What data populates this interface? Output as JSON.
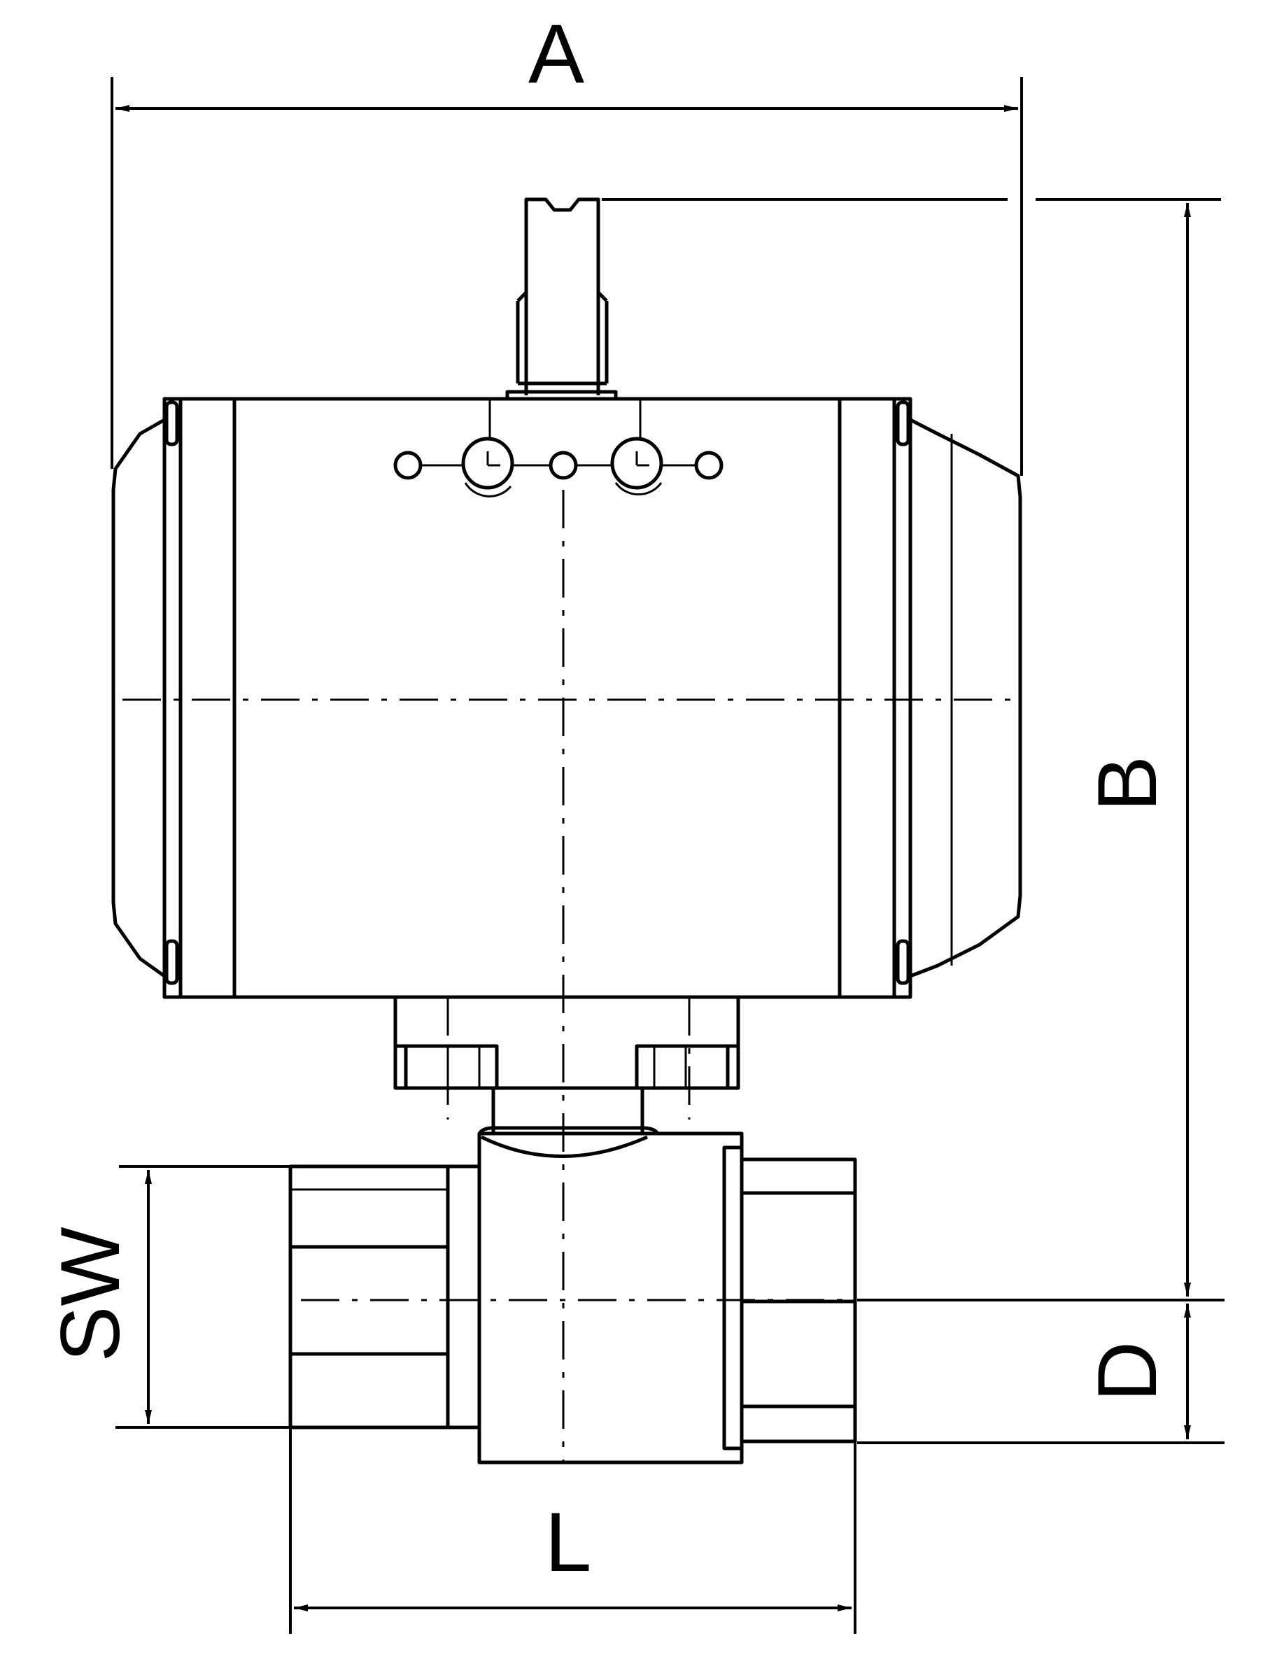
{
  "diagram": {
    "type": "technical drawing",
    "colors": {
      "line": "#000000",
      "background": "#ffffff"
    },
    "dimensions": {
      "A": "A",
      "B": "B",
      "D": "D",
      "SW": "SW",
      "L": "L"
    }
  }
}
